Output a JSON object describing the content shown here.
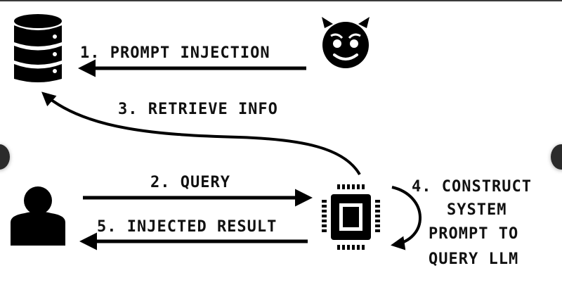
{
  "diagram": {
    "title": "Prompt injection via retrieval",
    "nodes": {
      "database": {
        "icon": "database-icon"
      },
      "attacker": {
        "icon": "devil-face-icon"
      },
      "user": {
        "icon": "user-icon"
      },
      "llm_app": {
        "icon": "cpu-chip-icon"
      }
    },
    "steps": {
      "step1": "1. PROMPT INJECTION",
      "step2": "2. QUERY",
      "step3": "3. RETRIEVE INFO",
      "step4_line1": "4. CONSTRUCT",
      "step4_line2": "SYSTEM",
      "step4_line3": "PROMPT TO",
      "step4_line4": "QUERY LLM",
      "step5": "5. INJECTED RESULT"
    },
    "colors": {
      "ink": "#000000",
      "background": "#ffffff"
    }
  },
  "navigation": {
    "prev_icon": "prev-slide-button",
    "next_icon": "next-slide-button"
  }
}
